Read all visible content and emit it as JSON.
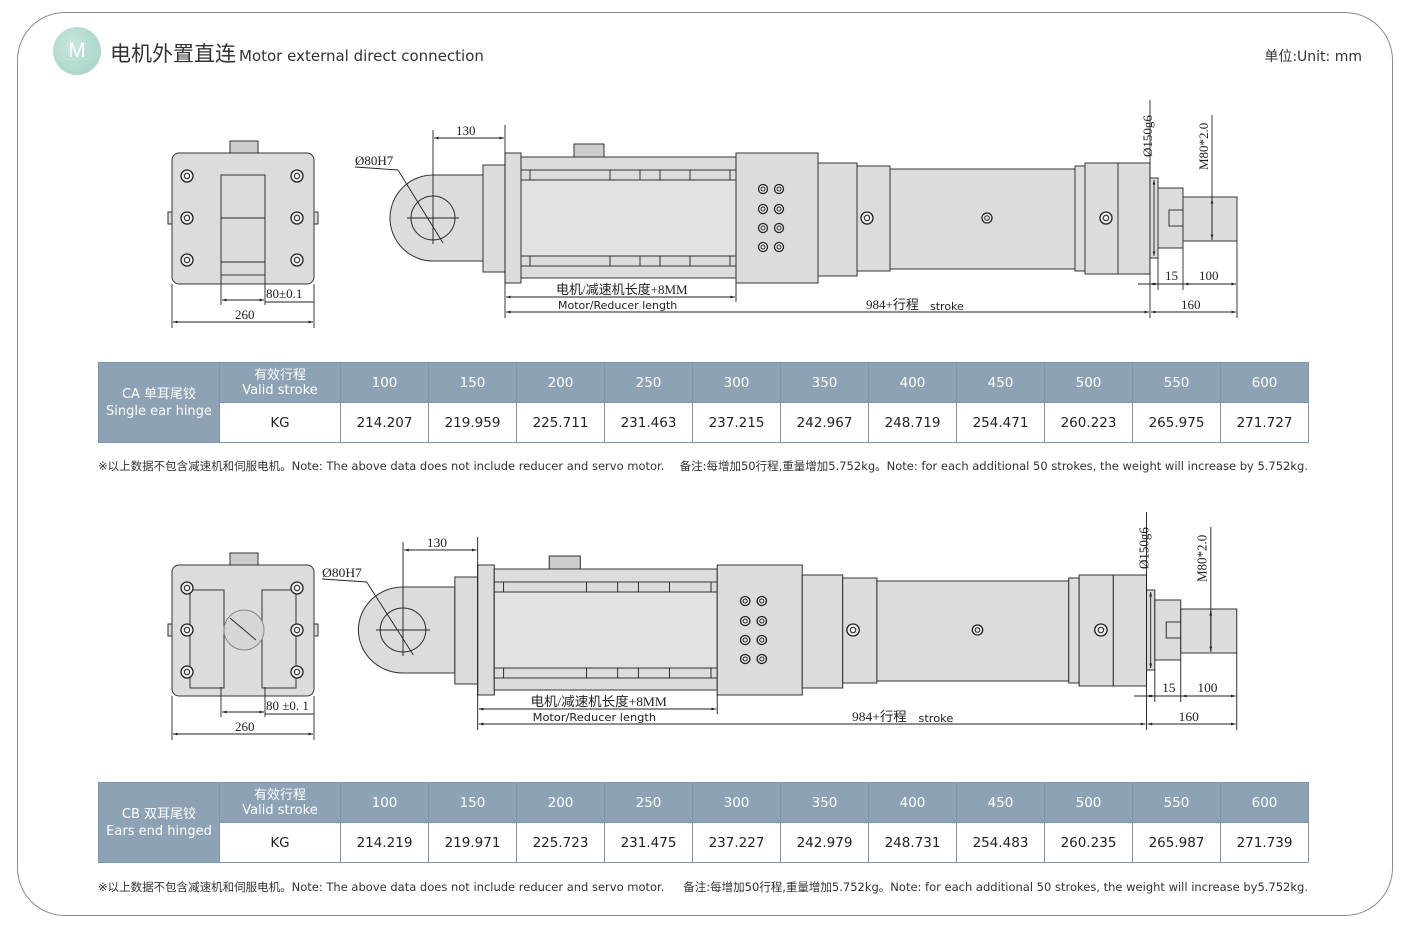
{
  "header": {
    "badge": "M",
    "title_cn": "电机外置直连",
    "title_en": "Motor external direct connection",
    "unit": "单位:Unit: mm"
  },
  "drawings": [
    {
      "end_view": {
        "width_dim": "260",
        "offset_dim": "80±0.1"
      },
      "side_view": {
        "pin_dia": "Ø80H7",
        "ear_dim": "130",
        "motor_len_cn": "电机/减速机长度+8MM",
        "motor_len_en": "Motor/Reducer length",
        "total_len": "984+行程",
        "total_len_en": "stroke",
        "flange_dia": "Ø150g6",
        "thread": "M80*2.0",
        "dim_15": "15",
        "dim_100": "100",
        "dim_160": "160"
      }
    },
    {
      "end_view": {
        "width_dim": "260",
        "offset_dim": "80 ±0. 1"
      },
      "side_view": {
        "pin_dia": "Ø80H7",
        "ear_dim": "130",
        "motor_len_cn": "电机/减速机长度+8MM",
        "motor_len_en": "Motor/Reducer length",
        "total_len": "984+行程",
        "total_len_en": "stroke",
        "flange_dia": "Ø150g6",
        "thread": "M80*2.0",
        "dim_15": "15",
        "dim_100": "100",
        "dim_160": "160"
      }
    }
  ],
  "tables": [
    {
      "model_code": "CA 单耳尾铰",
      "model_en": "Single ear hinge",
      "stroke_label_cn": "有效行程",
      "stroke_label_en": "Valid stroke",
      "weight_label": "KG",
      "strokes": [
        "100",
        "150",
        "200",
        "250",
        "300",
        "350",
        "400",
        "450",
        "500",
        "550",
        "600"
      ],
      "weights": [
        "214.207",
        "219.959",
        "225.711",
        "231.463",
        "237.215",
        "242.967",
        "248.719",
        "254.471",
        "260.223",
        "265.975",
        "271.727"
      ],
      "note_left": "※以上数据不包含减速机和伺服电机。Note: The above data does not include reducer and servo motor.",
      "note_right": "备注:每增加50行程,重量增加5.752kg。Note: for each additional 50 strokes, the weight will increase by 5.752kg."
    },
    {
      "model_code": "CB 双耳尾铰",
      "model_en": "Ears end hinged",
      "stroke_label_cn": "有效行程",
      "stroke_label_en": "Valid stroke",
      "weight_label": "KG",
      "strokes": [
        "100",
        "150",
        "200",
        "250",
        "300",
        "350",
        "400",
        "450",
        "500",
        "550",
        "600"
      ],
      "weights": [
        "214.219",
        "219.971",
        "225.723",
        "231.475",
        "237.227",
        "242.979",
        "248.731",
        "254.483",
        "260.235",
        "265.987",
        "271.739"
      ],
      "note_left": "※以上数据不包含减速机和伺服电机。Note: The above data does not include reducer and servo motor.",
      "note_right": "备注:每增加50行程,重量增加5.752kg。Note: for each additional 50 strokes, the weight will increase by5.752kg."
    }
  ]
}
